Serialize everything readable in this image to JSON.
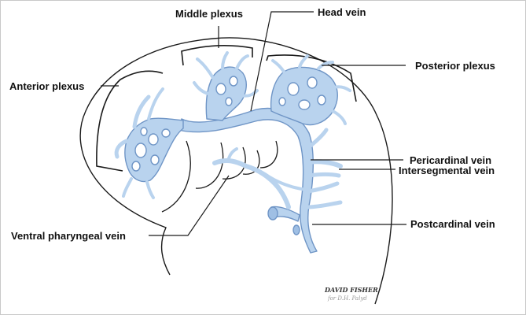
{
  "labels": {
    "middle_plexus": "Middle plexus",
    "head_vein": "Head vein",
    "posterior_plexus": "Posterior plexus",
    "anterior_plexus": "Anterior plexus",
    "pericardinal_vein": "Pericardinal vein",
    "intersegmental_vein": "Intersegmental vein",
    "postcardinal_vein": "Postcardinal vein",
    "ventral_pharyngeal_vein": "Ventral pharyngeal vein"
  },
  "signature": {
    "artist": "DAVID FISHER",
    "credit": "for D.H. Palyd"
  },
  "colors": {
    "vessel_fill": "#b9d3ee",
    "vessel_stroke": "#6f95c6",
    "outline": "#1a1a1a",
    "label_text": "#111111"
  }
}
